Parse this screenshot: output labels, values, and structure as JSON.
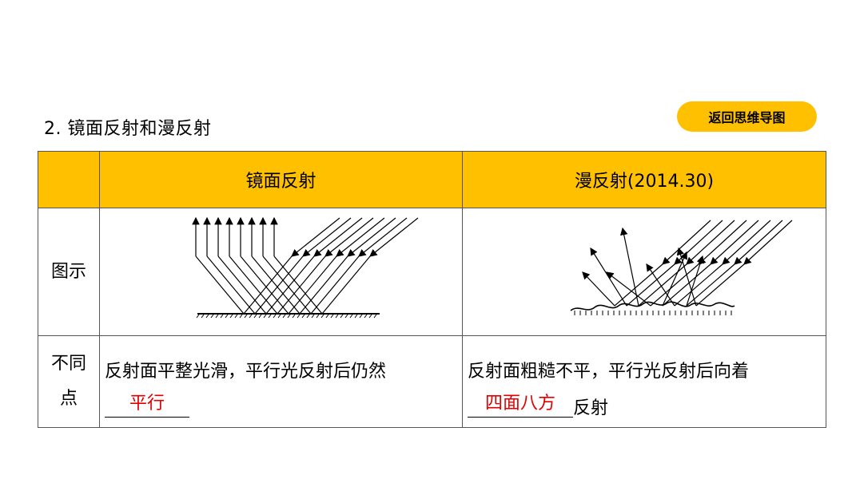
{
  "section": {
    "title": "2. 镜面反射和漫反射"
  },
  "back_button": {
    "label": "返回思维导图"
  },
  "table": {
    "headers": [
      "",
      "镜面反射",
      "漫反射(2014.30)"
    ],
    "rows": {
      "figure": {
        "label": "图示"
      },
      "difference": {
        "label_line1": "不同",
        "label_line2": "点",
        "specular_text": "反射面平整光滑，平行光反射后仍然",
        "specular_answer": "平行",
        "diffuse_text": "反射面粗糙不平，平行光反射后向着",
        "diffuse_answer": "四面八方",
        "diffuse_suffix": "反射"
      }
    }
  },
  "colors": {
    "accent": "#ffc000",
    "answer": "#e00000"
  }
}
